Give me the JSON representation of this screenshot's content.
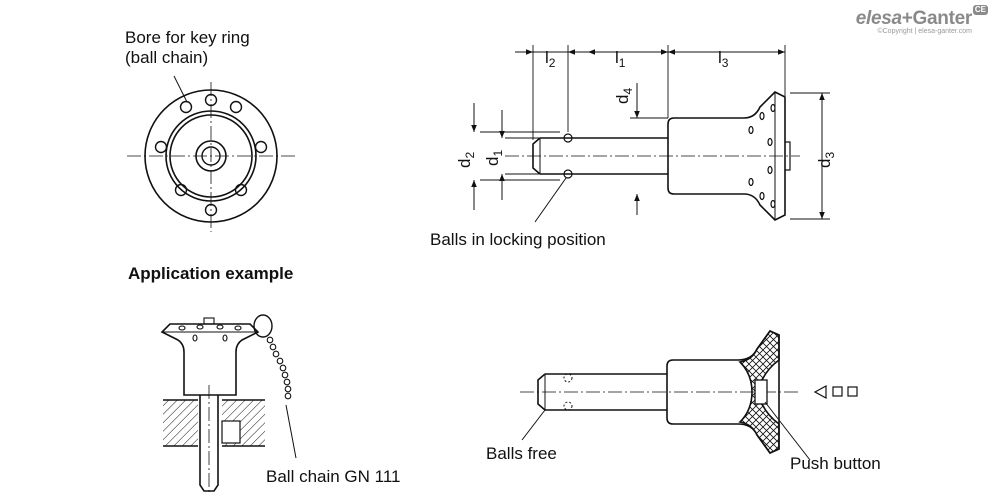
{
  "brand": {
    "logo_part1": "elesa",
    "logo_plus": "+",
    "logo_part2": "Ganter",
    "copyright": "©Copyright | elesa-ganter.com",
    "badge": "CE"
  },
  "labels": {
    "bore": "Bore for key ring",
    "bore_sub": "(ball chain)",
    "balls_locking": "Balls in locking position",
    "application_example": "Application example",
    "ball_chain": "Ball chain GN 111",
    "balls_free": "Balls free",
    "push_button": "Push button"
  },
  "dimensions": {
    "l2_base": "l",
    "l2_sub": "2",
    "l1_base": "l",
    "l1_sub": "1",
    "l3_base": "l",
    "l3_sub": "3",
    "d4_base": "d",
    "d4_sub": "4",
    "d2_base": "d",
    "d2_sub": "2",
    "d1_base": "d",
    "d1_sub": "1",
    "d3_base": "d",
    "d3_sub": "3"
  },
  "colors": {
    "line": "#111111",
    "hatch": "#111111",
    "brand_grey": "#8a8a8a"
  },
  "icons": {
    "push_direction": "push-arrow-icon"
  }
}
